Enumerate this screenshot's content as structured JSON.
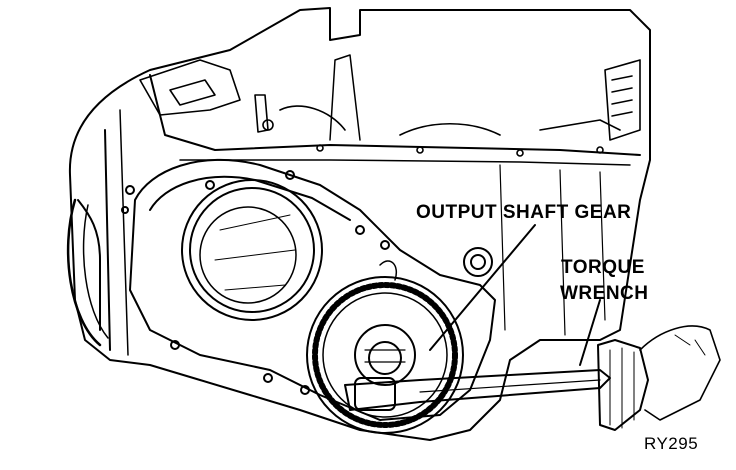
{
  "labels": {
    "output_shaft_gear": "OUTPUT SHAFT GEAR",
    "torque": "TORQUE",
    "wrench": "WRENCH",
    "figure_code": "RY295"
  },
  "style": {
    "ink": "#000000",
    "paper": "#ffffff"
  }
}
